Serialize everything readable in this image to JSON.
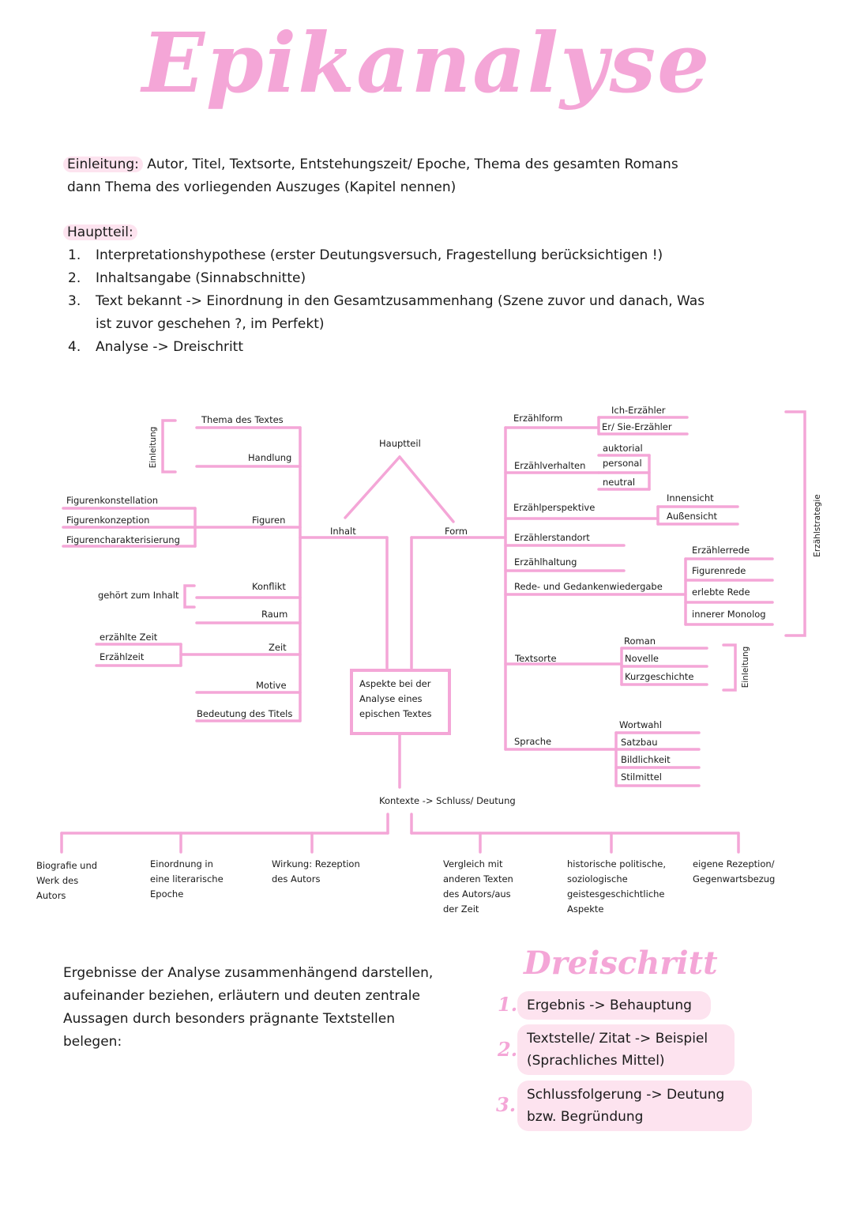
{
  "title": "Epikanalyse",
  "intro": {
    "label": "Einleitung:",
    "line1": " Autor, Titel, Textsorte, Entstehungszeit/ Epoche, Thema des gesamten Romans",
    "line2": "dann Thema des vorliegenden Auszuges (Kapitel nennen)"
  },
  "main": {
    "label": "Hauptteil:",
    "items": [
      {
        "num": "1.",
        "line1": "Interpretationshypothese (erster Deutungsversuch, Fragestellung berücksichtigen !)",
        "line2": ""
      },
      {
        "num": "2.",
        "line1": "Inhaltsangabe (Sinnabschnitte)",
        "line2": ""
      },
      {
        "num": "3.",
        "line1": "Text bekannt -> Einordnung in den Gesamtzusammenhang (Szene zuvor und danach, Was",
        "line2": "ist zuvor geschehen ?, im Perfekt)"
      },
      {
        "num": "4.",
        "line1": "Analyse -> Dreischritt",
        "line2": ""
      }
    ]
  },
  "diagram": {
    "center": [
      "Aspekte bei der",
      "Analyse eines",
      "epischen Textes"
    ],
    "hauptteil": "Hauptteil",
    "inhalt": "Inhalt",
    "form": "Form",
    "left": {
      "einleitung_label": "Einleitung",
      "thema": "Thema des Textes",
      "handlung": "Handlung",
      "figuren": "Figuren",
      "figuren_sub": [
        "Figurenkonstellation",
        "Figurenkonzeption",
        "Figurencharakterisierung"
      ],
      "konflikt": "Konflikt",
      "konflikt_note": "gehört zum Inhalt",
      "raum": "Raum",
      "zeit": "Zeit",
      "zeit_sub": [
        "erzählte Zeit",
        "Erzählzeit"
      ],
      "motive": "Motive",
      "bedeutung": "Bedeutung des Titels"
    },
    "right": {
      "erzaehlform": "Erzählform",
      "erzaehlform_sub": [
        "Ich-Erzähler",
        "Er/ Sie-Erzähler"
      ],
      "erzaehlverhalten": "Erzählverhalten",
      "erzaehlverhalten_sub": [
        "auktorial",
        "personal",
        "neutral"
      ],
      "perspektive": "Erzählperspektive",
      "perspektive_sub": [
        "Innensicht",
        "Außensicht"
      ],
      "standort": "Erzählerstandort",
      "haltung": "Erzählhaltung",
      "rede": "Rede- und Gedankenwiedergabe",
      "rede_sub": [
        "Erzählerrede",
        "Figurenrede",
        "erlebte Rede",
        "innerer Monolog"
      ],
      "strategie_label": "Erzählstrategie",
      "textsorte": "Textsorte",
      "textsorte_sub": [
        "Roman",
        "Novelle",
        "Kurzgeschichte"
      ],
      "textsorte_einleitung": "Einleitung",
      "sprache": "Sprache",
      "sprache_sub": [
        "Wortwahl",
        "Satzbau",
        "Bildlichkeit",
        "Stilmittel"
      ]
    },
    "kontexte": "Kontexte -> Schluss/ Deutung",
    "kontexte_items": [
      [
        "Biografie und",
        "Werk des",
        "Autors"
      ],
      [
        "Einordnung in",
        "eine literarische",
        "Epoche"
      ],
      [
        "Wirkung: Rezeption",
        "des Autors"
      ],
      [
        "Vergleich mit",
        "anderen Texten",
        "des Autors/aus",
        "der Zeit"
      ],
      [
        "historische politische,",
        "soziologische",
        "geistesgeschichtliche",
        "Aspekte"
      ],
      [
        "eigene Rezeption/",
        "Gegenwartsbezug"
      ]
    ]
  },
  "summary": [
    "Ergebnisse der Analyse zusammenhängend darstellen,",
    "aufeinander beziehen, erläutern und deuten zentrale",
    "Aussagen durch besonders prägnante Textstellen",
    "belegen:"
  ],
  "dreischritt": {
    "title": "Dreischritt",
    "steps": [
      {
        "num": "1.",
        "lines": [
          "Ergebnis -> Behauptung"
        ]
      },
      {
        "num": "2.",
        "lines": [
          "Textstelle/ Zitat -> Beispiel",
          "(Sprachliches Mittel)"
        ]
      },
      {
        "num": "3.",
        "lines": [
          "Schlussfolgerung -> Deutung",
          "bzw. Begründung"
        ]
      }
    ]
  },
  "colors": {
    "accent": "#f4a6d7",
    "highlight": "#fde3ef",
    "text": "#1a1a1a"
  }
}
